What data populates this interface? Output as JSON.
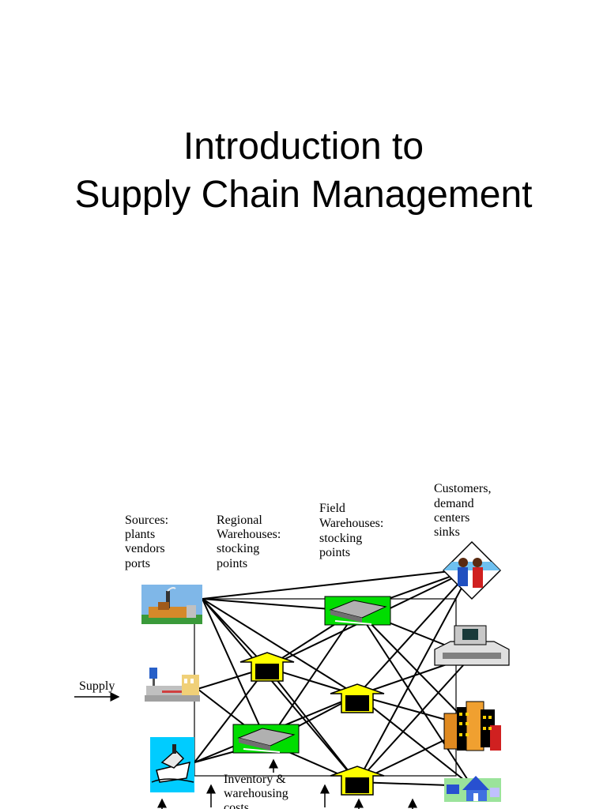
{
  "title": {
    "line1": "Introduction to",
    "line2": "Supply Chain Management"
  },
  "diagram": {
    "sources_label": [
      "Sources:",
      "plants",
      "vendors",
      "ports"
    ],
    "regional_label": [
      "Regional",
      "Warehouses:",
      "stocking",
      "points"
    ],
    "field_label": [
      "Field",
      "Warehouses:",
      "stocking",
      "points"
    ],
    "customers_label": [
      "Customers,",
      "demand",
      "centers",
      "sinks"
    ],
    "supply_label": "Supply",
    "inventory_label": [
      "Inventory &",
      "warehousing",
      "costs"
    ],
    "colors": {
      "warehouse_arrow": "#ffff00",
      "warehouse_door": "#000000",
      "field_background": "#00dd00",
      "port_water": "#00ccff"
    },
    "icons": [
      "factory-icon",
      "plant-icon",
      "ship-icon",
      "regional-warehouse-icon",
      "field-warehouse-icon",
      "customers-people-icon",
      "retail-store-icon",
      "city-buildings-icon",
      "houses-icon"
    ]
  }
}
